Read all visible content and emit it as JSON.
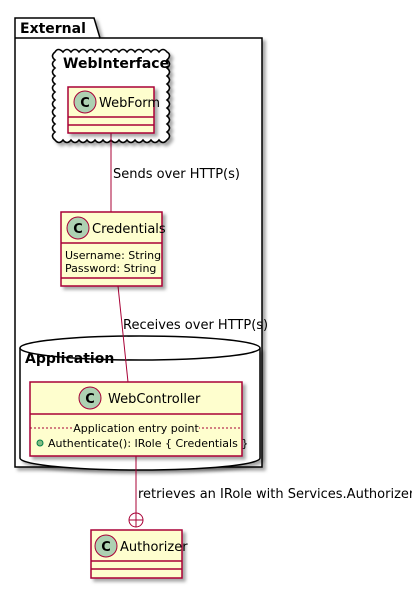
{
  "packages": {
    "external": {
      "title": "External"
    },
    "web_interface": {
      "title": "WebInterface"
    },
    "application": {
      "title": "Application"
    }
  },
  "classes": {
    "webform": {
      "stereotype": "C",
      "name": "WebForm",
      "fields": [],
      "methods": []
    },
    "credentials": {
      "stereotype": "C",
      "name": "Credentials",
      "fields": [
        "Username: String",
        "Password: String"
      ],
      "methods": []
    },
    "webcontroller": {
      "stereotype": "C",
      "name": "WebController",
      "section_label": "Application entry point",
      "methods": [
        "Authenticate(): IRole { Credentials }"
      ]
    },
    "authorizer": {
      "stereotype": "C",
      "name": "Authorizer",
      "fields": [],
      "methods": []
    }
  },
  "relations": {
    "webform_credentials": {
      "label": "Sends over HTTP(s)"
    },
    "credentials_webcontroller": {
      "label": "Receives over HTTP(s)"
    },
    "webcontroller_authorizer": {
      "label": "retrieves an IRole with Services.Authorizer"
    }
  },
  "colors": {
    "class_fill": "#FEFECE",
    "border": "#A80036",
    "circle_fill": "#ADD1B2",
    "package_border": "#000000"
  }
}
